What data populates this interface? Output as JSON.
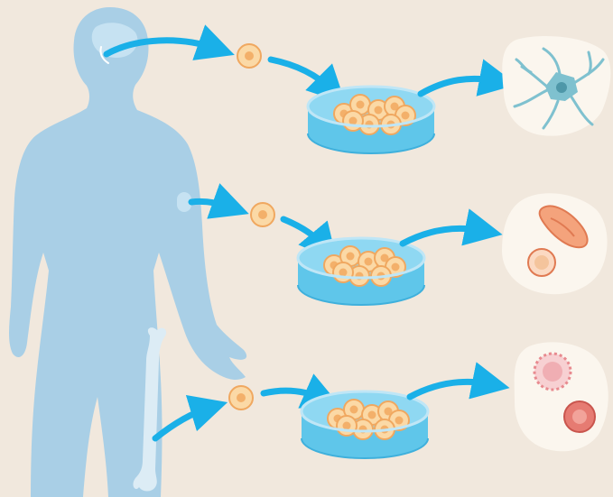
{
  "colors": {
    "background": "#f1e8dd",
    "body_silhouette": "#a9cfe6",
    "arrow": "#1ab0e8",
    "cell_fill": "#fbd9a6",
    "cell_stroke": "#f0a860",
    "cell_nucleus": "#f3b06a",
    "dish_liquid": "#5fc6ea",
    "dish_rim": "#bfe6f6",
    "neuron": "#7fc1cf",
    "muscle_cell": "#f4a37c",
    "blood_cell": "#e67b72",
    "blob_bg": "#fbf6ee"
  },
  "diagram": {
    "rows": [
      {
        "source": "brain",
        "cultured": "stem-cell-culture",
        "result": "neuron"
      },
      {
        "source": "arm-fat-tissue",
        "cultured": "stem-cell-culture",
        "result": "muscle-and-fat-cells"
      },
      {
        "source": "bone-marrow",
        "cultured": "stem-cell-culture",
        "result": "blood-cells"
      }
    ]
  }
}
